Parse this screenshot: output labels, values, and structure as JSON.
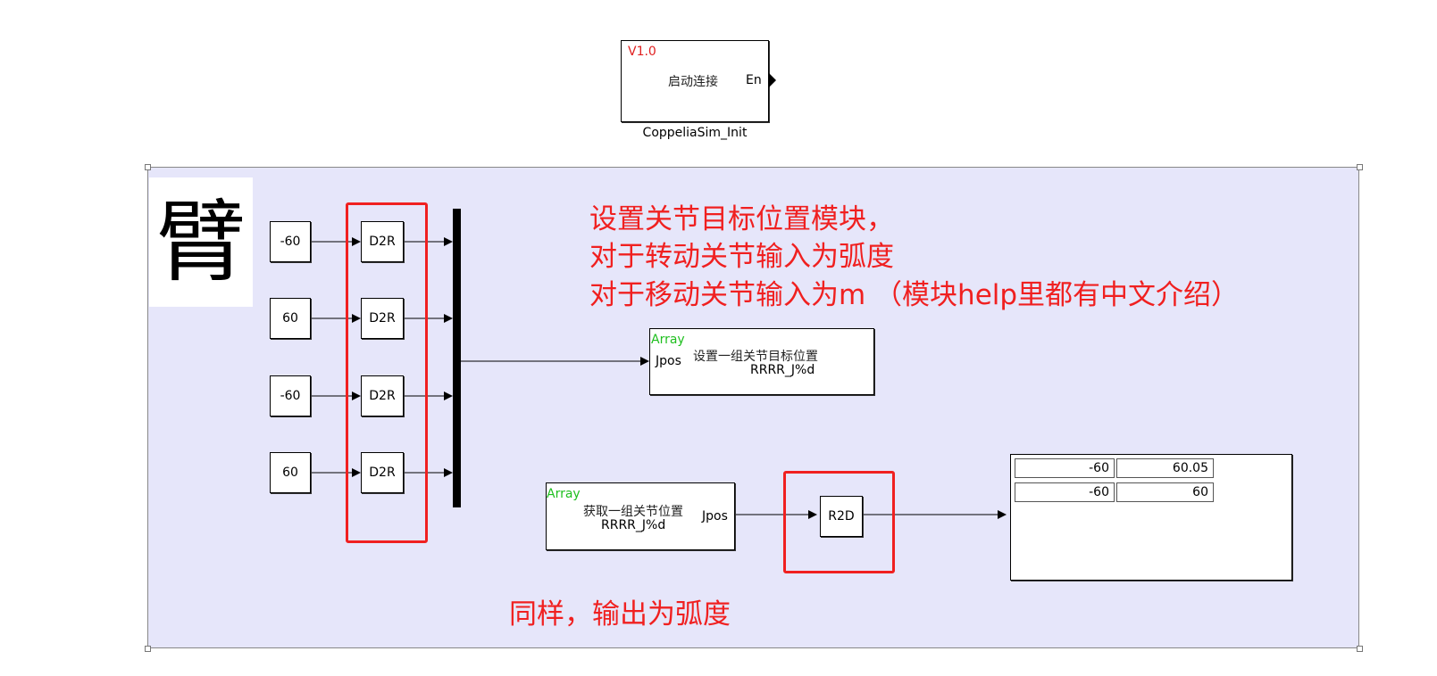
{
  "init_block": {
    "version": "V1.0",
    "label": "启动连接",
    "port": "En",
    "name": "CoppeliaSim_Init"
  },
  "area": {
    "title_char": "臂"
  },
  "constants": [
    "-60",
    "60",
    "-60",
    "60"
  ],
  "d2r_label": "D2R",
  "set_block": {
    "type": "Array",
    "port": "Jpos",
    "title": "设置一组关节目标位置",
    "subtitle": "RRRR_J%d"
  },
  "get_block": {
    "type": "Array",
    "port": "Jpos",
    "title": "获取一组关节位置",
    "subtitle": "RRRR_J%d"
  },
  "r2d_label": "R2D",
  "display": {
    "rows": [
      [
        "-60",
        "60.05"
      ],
      [
        "-60",
        "60"
      ]
    ]
  },
  "notes": {
    "top": [
      "设置关节目标位置模块，",
      "对于转动关节输入为弧度",
      "对于移动关节输入为m （模块help里都有中文介绍）"
    ],
    "bottom": "同样，输出为弧度"
  },
  "colors": {
    "annotation": "#f02020",
    "canvas_area": "#e6e6fa",
    "array_label": "#1fbf1f"
  }
}
